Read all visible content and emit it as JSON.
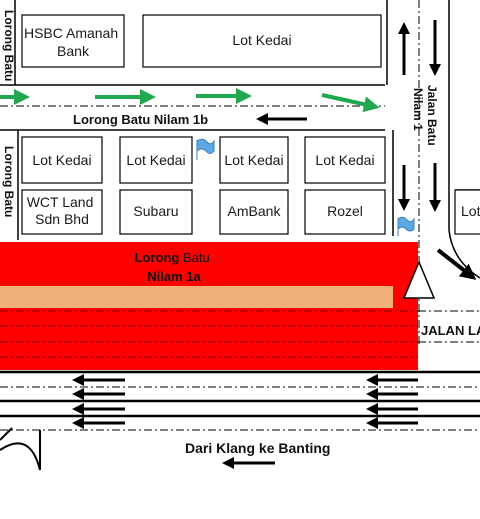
{
  "buildings": {
    "hsbc": "HSBC Amanah Bank",
    "top_lot": "Lot Kedai",
    "lot_1": "Lot Kedai",
    "lot_2": "Lot Kedai",
    "lot_3": "Lot Kedai",
    "lot_4": "Lot Kedai",
    "wct": "WCT Land Sdn Bhd",
    "subaru": "Subaru",
    "ambank": "AmBank",
    "rozel": "Rozel",
    "right_lot": "Lot"
  },
  "roads": {
    "lorong_batu_left_top": "Lorong Batu",
    "lorong_batu_left_mid": "Lorong Batu",
    "nilam_1b": "Lorong Batu Nilam 1b",
    "nilam_1a_line1_bold": "Lorong",
    "nilam_1a_line1_rest": "Batu",
    "nilam_1a_line2": "Nilam 1a",
    "jalan_batu_line1": "Jalan Batu",
    "jalan_batu_line2": "Nilam 1",
    "jalan_la": "JALAN LA",
    "dari_klang": "Dari Klang ke Banting"
  },
  "colors": {
    "red_zone": "#ff0000",
    "tan_strip": "#f0b07a",
    "green_arrow": "#1fa84f",
    "flag": "#5aa9e6"
  }
}
